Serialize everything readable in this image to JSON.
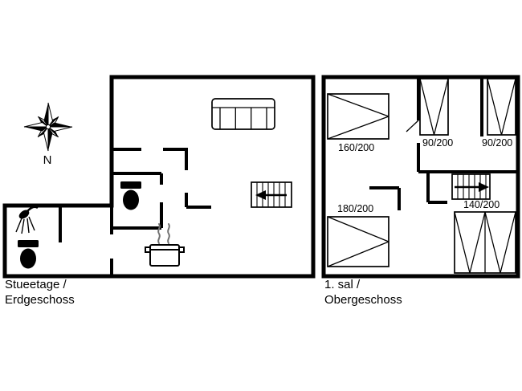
{
  "compass": {
    "label": "N"
  },
  "floors": [
    {
      "name_line1": "Stueetage /",
      "name_line2": "Erdgeschoss"
    },
    {
      "name_line1": "1. sal /",
      "name_line2": "Obergeschoss"
    }
  ],
  "beds": [
    {
      "label": "160/200"
    },
    {
      "label": "90/200"
    },
    {
      "label": "90/200"
    },
    {
      "label": "180/200"
    },
    {
      "label": "140/200"
    }
  ],
  "colors": {
    "wall": "#000000",
    "steam": "#707070",
    "text": "#000000",
    "background": "#ffffff"
  }
}
